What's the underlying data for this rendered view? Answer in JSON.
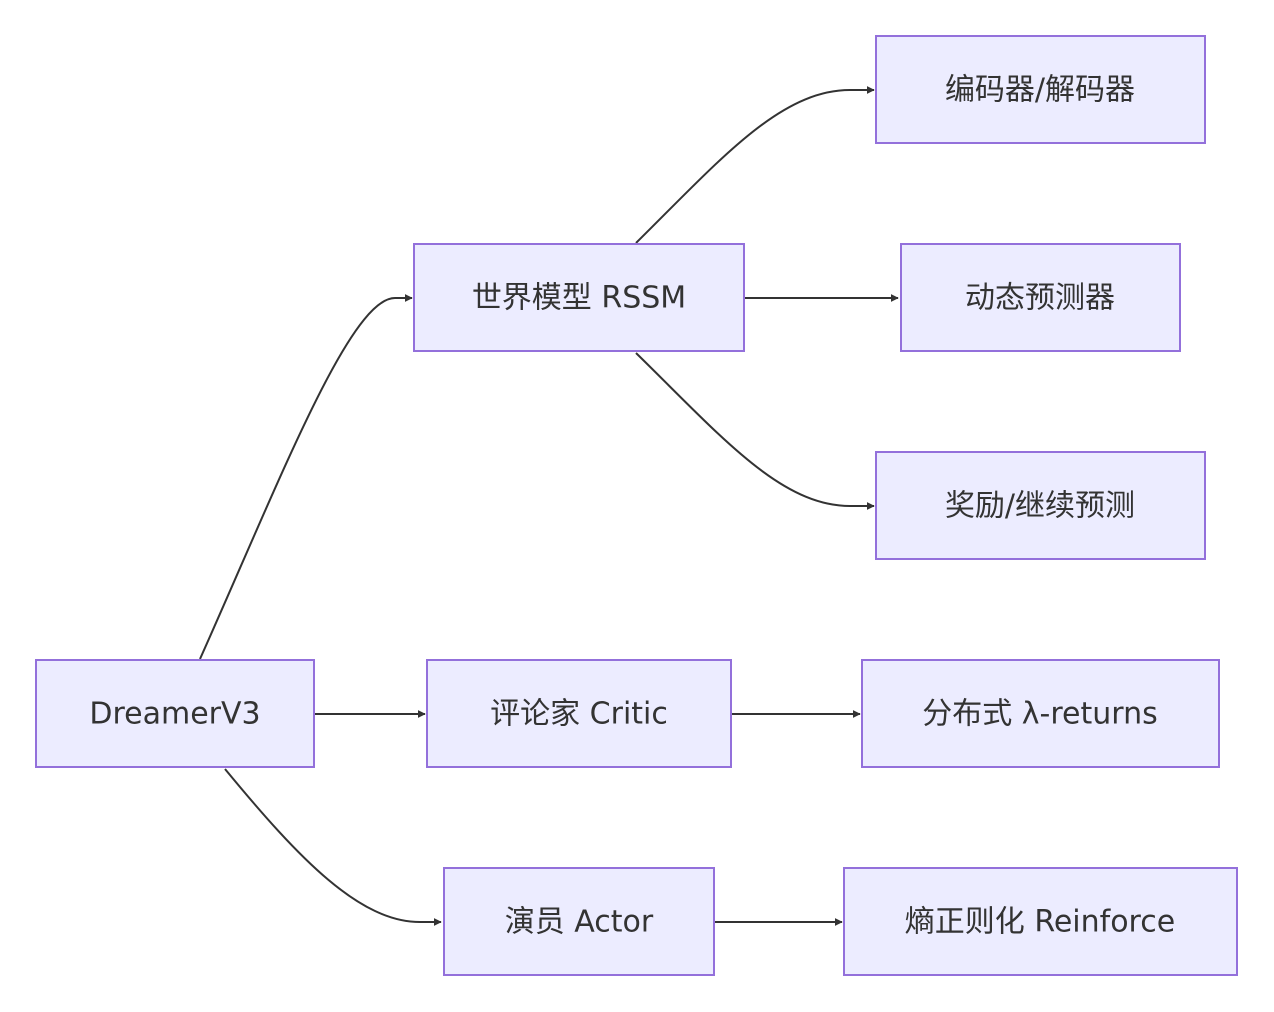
{
  "diagram": {
    "type": "flowchart-LR",
    "nodes": {
      "root": "DreamerV3",
      "world_model": "世界模型 RSSM",
      "critic": "评论家 Critic",
      "actor": "演员 Actor",
      "encoder_decoder": "编码器/解码器",
      "dynamics": "动态预测器",
      "reward_continue": "奖励/继续预测",
      "distributional": "分布式 λ-returns",
      "entropy": "熵正则化 Reinforce"
    },
    "edges": [
      {
        "from": "root",
        "to": "world_model"
      },
      {
        "from": "root",
        "to": "critic"
      },
      {
        "from": "root",
        "to": "actor"
      },
      {
        "from": "world_model",
        "to": "encoder_decoder"
      },
      {
        "from": "world_model",
        "to": "dynamics"
      },
      {
        "from": "world_model",
        "to": "reward_continue"
      },
      {
        "from": "critic",
        "to": "distributional"
      },
      {
        "from": "actor",
        "to": "entropy"
      }
    ],
    "colors": {
      "node_fill": "#ECECFF",
      "node_stroke": "#9370DB",
      "edge": "#333333",
      "text": "#333333"
    }
  }
}
